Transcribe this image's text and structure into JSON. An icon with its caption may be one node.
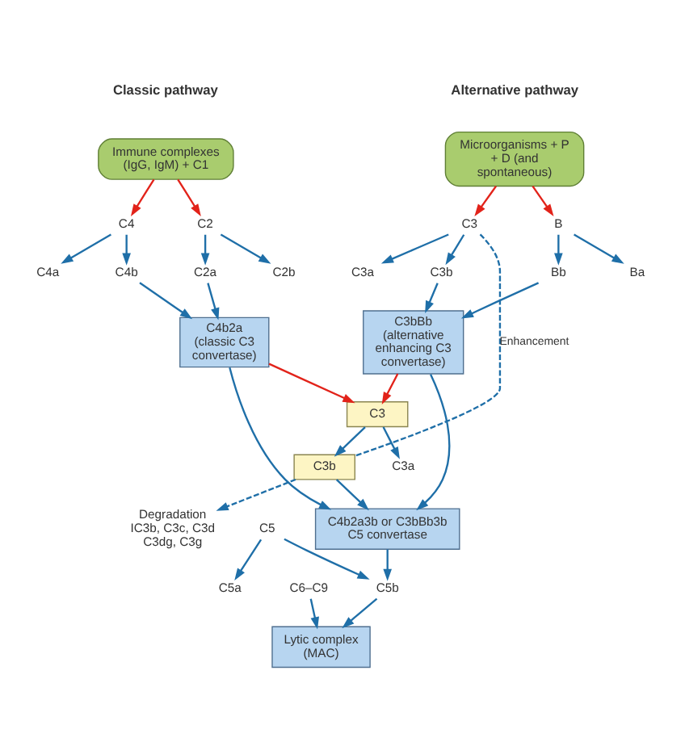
{
  "diagram": {
    "nodes": [
      {
        "text": [
          "Immune complexes (IgG, IgM) + C1"
        ]
      },
      {
        "text": [
          "Microorganisms + P + D (and spontaneous)"
        ]
      },
      {
        "text": [
          "C4"
        ]
      },
      {
        "text": [
          "C2"
        ]
      },
      {
        "text": [
          "C4a"
        ]
      },
      {
        "text": [
          "C4b"
        ]
      },
      {
        "text": [
          "C2a"
        ]
      },
      {
        "text": [
          "C2b"
        ]
      },
      {
        "text": [
          "C3"
        ]
      },
      {
        "text": [
          "B"
        ]
      },
      {
        "text": [
          "C3a"
        ]
      },
      {
        "text": [
          "C3b"
        ]
      },
      {
        "text": [
          "Bb"
        ]
      },
      {
        "text": [
          "Ba"
        ]
      },
      {
        "text": [
          "C4b2a",
          "(classic C3 convertase)"
        ]
      },
      {
        "text": [
          "C3"
        ]
      },
      {
        "text": [
          "C3b"
        ]
      },
      {
        "text": [
          "C3a"
        ]
      },
      {
        "text": [
          "Degradation",
          "IC3b, C3c, C3d C3dg, C3g"
        ]
      },
      {
        "text": [
          "C3bBb",
          "(alternative enhancing C3 convertase)"
        ]
      },
      {
        "text": [
          "C4b2a3b or C3bBb3b",
          "C5 convertase"
        ]
      },
      {
        "text": [
          "C5"
        ]
      },
      {
        "text": [
          "C5a"
        ]
      },
      {
        "text": [
          "C5b"
        ]
      },
      {
        "text": [
          "C6–C9"
        ]
      },
      {
        "text": [
          "Lytic complex (MAC)"
        ]
      }
    ],
    "edges": [
      {
        "from": 0,
        "to": 2,
        "arrow": "to",
        "color": "#e2231a"
      },
      {
        "from": 0,
        "to": 3,
        "arrow": "to",
        "color": "#e2231a"
      },
      {
        "from": 2,
        "to": 4,
        "arrow": "to"
      },
      {
        "from": 2,
        "to": 5,
        "arrow": "to"
      },
      {
        "from": 3,
        "to": 6,
        "arrow": "to"
      },
      {
        "from": 3,
        "to": 7,
        "arrow": "to"
      },
      {
        "from": 1,
        "to": 8,
        "arrow": "to",
        "color": "#e2231a"
      },
      {
        "from": 1,
        "to": 9,
        "arrow": "to",
        "color": "#e2231a"
      },
      {
        "from": 8,
        "to": 10,
        "arrow": "to"
      },
      {
        "from": 8,
        "to": 11,
        "arrow": "to"
      },
      {
        "from": 9,
        "to": 12,
        "arrow": "to"
      },
      {
        "from": 9,
        "to": 13,
        "arrow": "to"
      },
      {
        "from": 5,
        "to": 14,
        "arrow": "to"
      },
      {
        "from": 6,
        "to": 14,
        "arrow": "to"
      },
      {
        "from": 11,
        "to": 19,
        "arrow": "to"
      },
      {
        "from": 12,
        "to": 19,
        "arrow": "to"
      },
      {
        "from": 14,
        "to": 15,
        "arrow": "to",
        "color": "#e2231a"
      },
      {
        "from": 19,
        "to": 15,
        "arrow": "to",
        "color": "#e2231a"
      },
      {
        "from": 15,
        "to": 16,
        "arrow": "to"
      },
      {
        "from": 15,
        "to": 17,
        "arrow": "to"
      },
      {
        "from": 8,
        "to": 16,
        "arrow": "none",
        "style": "dashed",
        "label": "Enhancement"
      },
      {
        "from": 16,
        "to": 18,
        "arrow": "to",
        "style": "dashed"
      },
      {
        "from": 14,
        "to": 20,
        "arrow": "to"
      },
      {
        "from": 16,
        "to": 20,
        "arrow": "to"
      },
      {
        "from": 19,
        "to": 20,
        "arrow": "to"
      },
      {
        "from": 20,
        "to": 23,
        "arrow": "to"
      },
      {
        "from": 21,
        "to": 22,
        "arrow": "to"
      },
      {
        "from": 21,
        "to": 23,
        "arrow": "to"
      },
      {
        "from": 23,
        "to": 25,
        "arrow": "to"
      },
      {
        "from": 24,
        "to": 25,
        "arrow": "to"
      }
    ],
    "labels": [
      "Classic pathway",
      "Alternative pathway"
    ]
  }
}
